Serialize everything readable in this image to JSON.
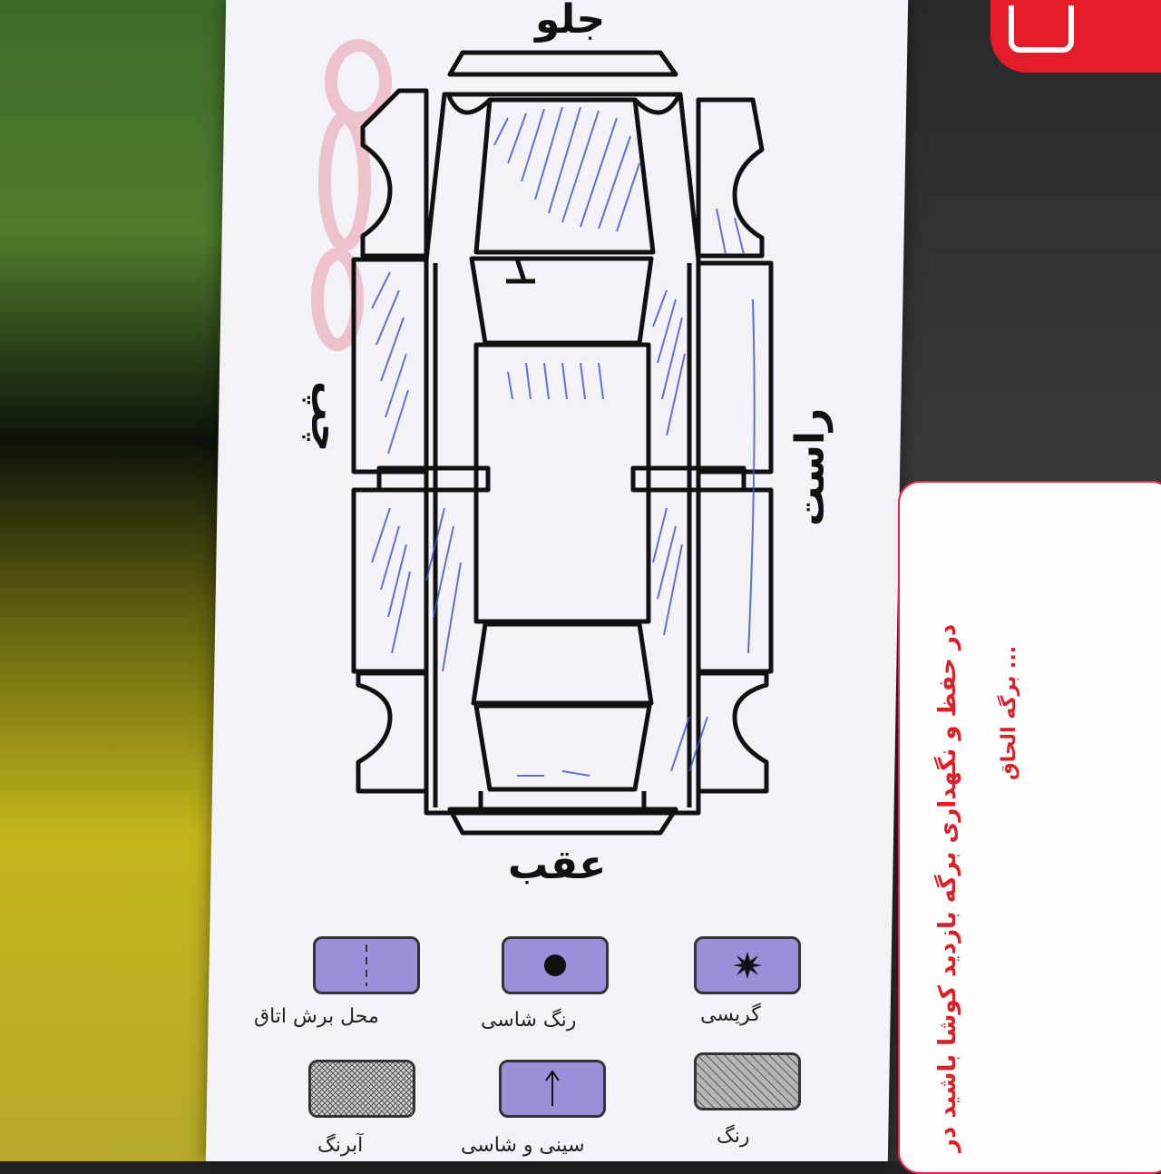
{
  "diagram": {
    "front_label": "جلو",
    "rear_label": "عقب",
    "left_label": "چپ",
    "right_label": "راست"
  },
  "legend": [
    {
      "label": "محل برش اتاق",
      "icon": "cut-line-icon"
    },
    {
      "label": "رنگ شاسی",
      "icon": "dot-icon"
    },
    {
      "label": "گریسی",
      "icon": "star-burst-icon"
    },
    {
      "label": "آبرنگ",
      "icon": "crosshatch-icon"
    },
    {
      "label": "سینی و شاسی",
      "icon": "up-arrow-icon"
    },
    {
      "label": "رنگ",
      "icon": "hatch-icon"
    }
  ],
  "side_card": {
    "line1": "در حفظ و نگهداری برگه بازدید کوشا باشید در",
    "line2": "برگه الحاق ..."
  },
  "colors": {
    "paper": "#f3f2f6",
    "legend_fill": "#9c8ed8",
    "ink_blue": "#3a4fd0",
    "accent_red": "#e61b2a"
  }
}
